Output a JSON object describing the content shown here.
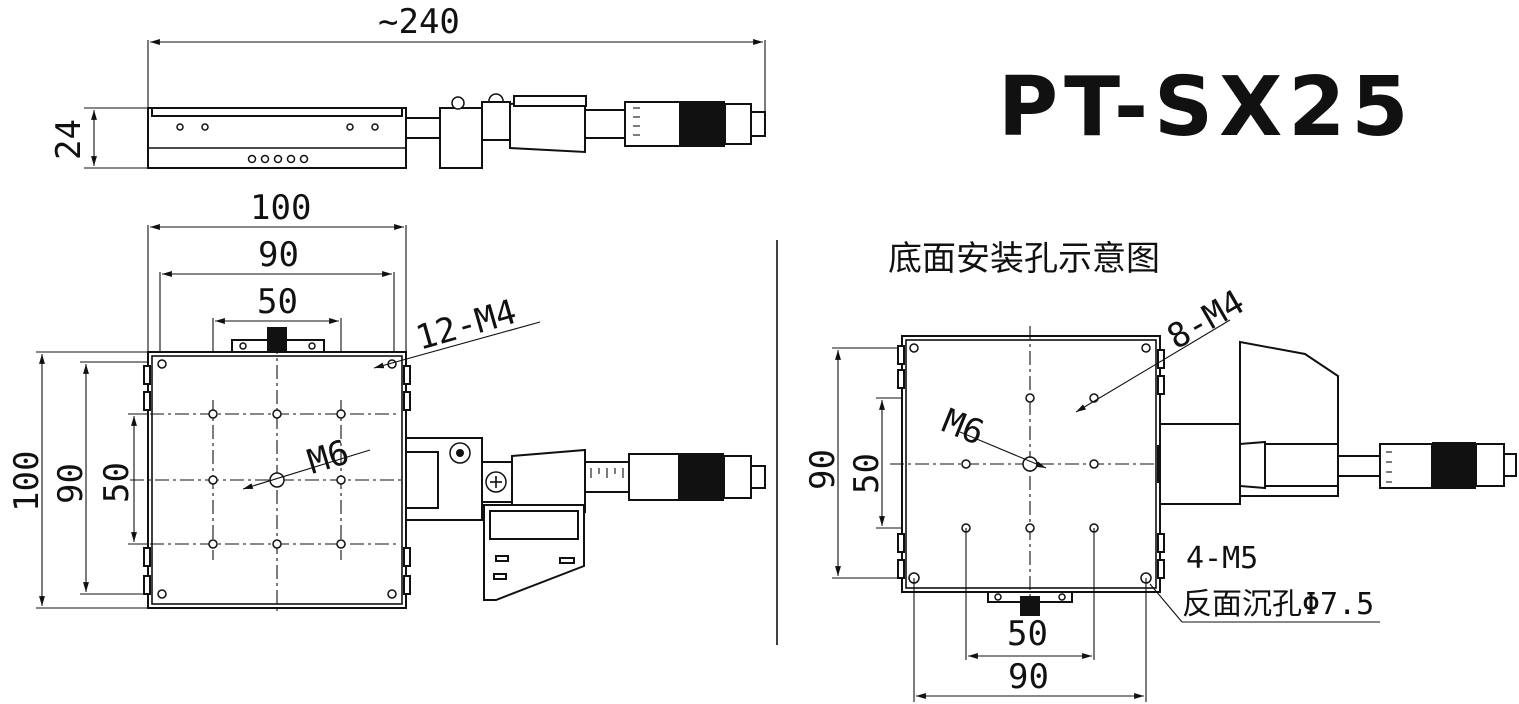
{
  "model": "PT-SX25",
  "top_view": {
    "overall_length": "~240",
    "height": "24"
  },
  "front_view": {
    "width_100": "100",
    "width_90": "90",
    "width_50": "50",
    "height_100": "100",
    "height_90": "90",
    "height_50": "50",
    "thread_note": "12-M4",
    "center_thread": "M6"
  },
  "bottom_view": {
    "caption": "底面安装孔示意图",
    "thread_note": "8-M4",
    "center_thread": "M6",
    "height_90": "90",
    "height_50": "50",
    "width_50": "50",
    "width_90": "90",
    "counterbore_count": "4-M5",
    "counterbore_note": "反面沉孔Φ7.5"
  }
}
